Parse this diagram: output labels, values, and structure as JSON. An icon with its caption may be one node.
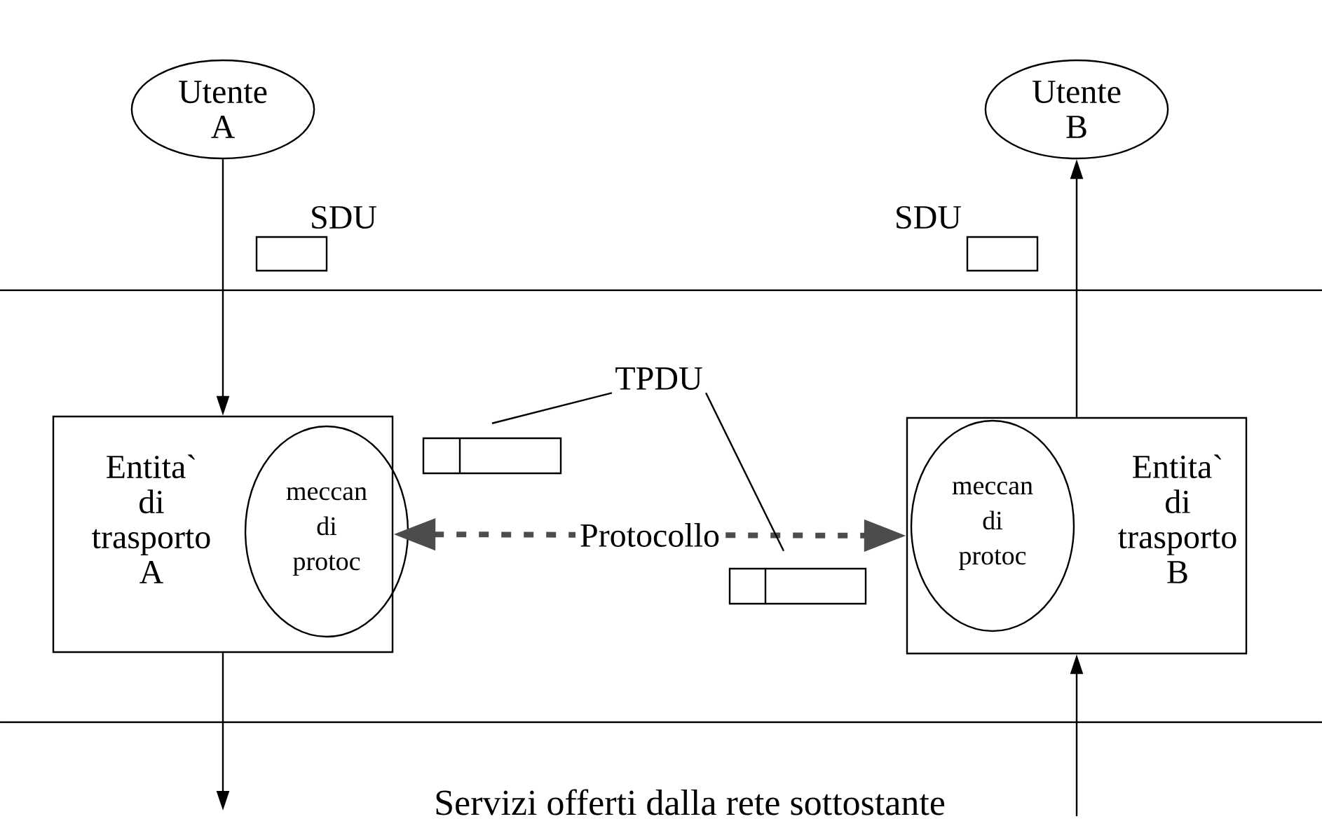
{
  "diagram": {
    "nodes": [
      {
        "text": [
          "Utente A"
        ]
      },
      {
        "text": [
          "Utente B"
        ]
      },
      {
        "text": [
          "Entita` di trasporto A"
        ]
      },
      {
        "text": [
          "meccan di protoc"
        ],
        "in": 2
      },
      {
        "text": [
          "Entita` di trasporto B"
        ]
      },
      {
        "text": [
          "meccan di protoc"
        ],
        "in": 4
      },
      {
        "text": [
          "TPDU"
        ]
      },
      {
        "text": [],
        "shape": "box"
      },
      {
        "text": [],
        "shape": "box"
      },
      {
        "text": [],
        "shape": "box",
        "beside": [
          "SDU"
        ]
      },
      {
        "text": [],
        "shape": "box",
        "beside": [
          "SDU"
        ]
      }
    ],
    "edges": [
      {
        "from": 0,
        "to": 2,
        "arrow": "to"
      },
      {
        "from": 4,
        "to": 1,
        "arrow": "to"
      },
      {
        "from": 2,
        "to": null,
        "arrow": "to"
      },
      {
        "from": null,
        "to": 4,
        "arrow": "to"
      },
      {
        "from": 2,
        "to": 4,
        "arrow": "both",
        "label": "Protocollo",
        "style": "dashed"
      },
      {
        "from": 6,
        "to": 7,
        "arrow": "none"
      },
      {
        "from": 6,
        "to": 8,
        "arrow": "none"
      }
    ],
    "labels": [
      "Servizi offerti dalla rete sottostante"
    ]
  }
}
